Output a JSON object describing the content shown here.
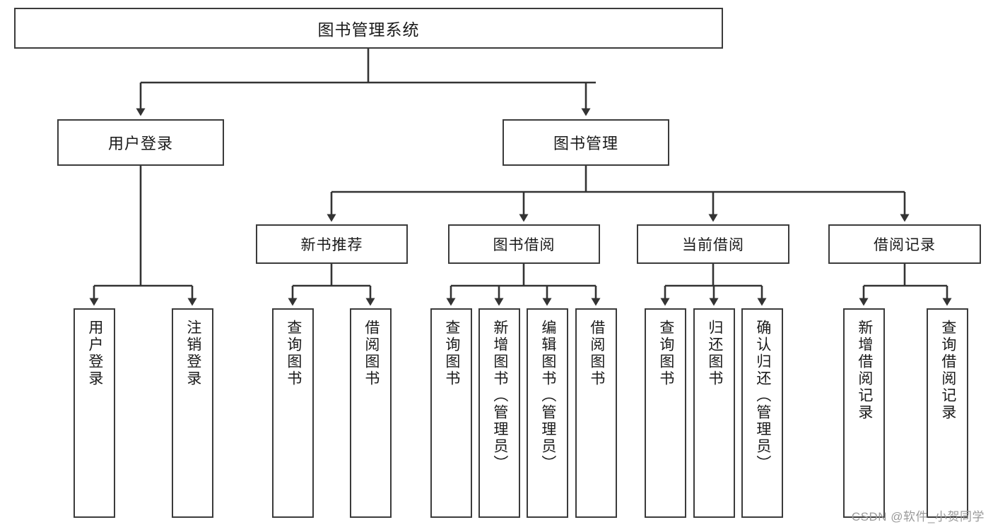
{
  "diagram": {
    "title": "图书管理系统",
    "style": {
      "box_border_color": "#3b3b3b",
      "box_fill_color": "#ffffff",
      "edge_color": "#333333",
      "text_color": "#1a1a1a",
      "background_color": "#ffffff"
    },
    "root": {
      "label": "图书管理系统"
    },
    "level1": [
      {
        "label": "用户登录"
      },
      {
        "label": "图书管理"
      }
    ],
    "level2": [
      {
        "label": "新书推荐"
      },
      {
        "label": "图书借阅"
      },
      {
        "label": "当前借阅"
      },
      {
        "label": "借阅记录"
      }
    ],
    "leaves": {
      "user_login": [
        {
          "label": "用户登录"
        },
        {
          "label": "注销登录"
        }
      ],
      "new_book_recommend": [
        {
          "label": "查询图书"
        },
        {
          "label": "借阅图书"
        }
      ],
      "book_borrow": [
        {
          "label": "查询图书"
        },
        {
          "label": "新增图书（管理员）"
        },
        {
          "label": "编辑图书（管理员）"
        },
        {
          "label": "借阅图书"
        }
      ],
      "current_borrow": [
        {
          "label": "查询图书"
        },
        {
          "label": "归还图书"
        },
        {
          "label": "确认归还（管理员）"
        }
      ],
      "borrow_record": [
        {
          "label": "新增借阅记录"
        },
        {
          "label": "查询借阅记录"
        }
      ]
    }
  },
  "watermark": {
    "text": "CSDN @软件_小贺同学"
  }
}
